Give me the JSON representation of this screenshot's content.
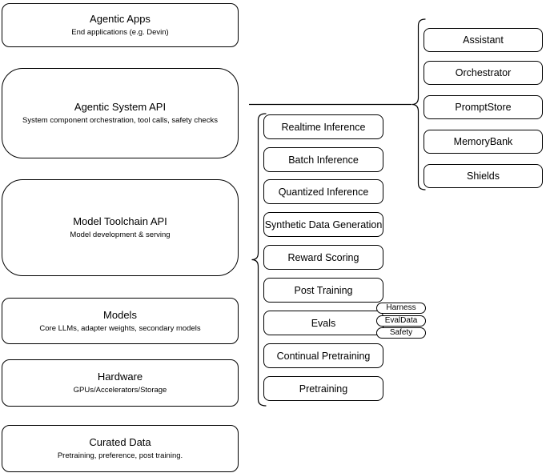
{
  "left_stack": [
    {
      "title": "Agentic Apps",
      "subtitle": "End applications (e.g. Devin)"
    },
    {
      "title": "Agentic System API",
      "subtitle": "System component orchestration, tool calls, safety checks"
    },
    {
      "title": "Model Toolchain API",
      "subtitle": "Model development & serving"
    },
    {
      "title": "Models",
      "subtitle": "Core LLMs, adapter weights, secondary models"
    },
    {
      "title": "Hardware",
      "subtitle": "GPUs/Accelerators/Storage"
    },
    {
      "title": "Curated Data",
      "subtitle": "Pretraining, preference, post training."
    }
  ],
  "toolchain_components": [
    "Realtime Inference",
    "Batch Inference",
    "Quantized Inference",
    "Synthetic Data Generation",
    "Reward Scoring",
    "Post Training",
    "Evals",
    "Continual Pretraining",
    "Pretraining"
  ],
  "evals_badges": [
    "Harness",
    "EvalData",
    "Safety"
  ],
  "system_components": [
    "Assistant",
    "Orchestrator",
    "PromptStore",
    "MemoryBank",
    "Shields"
  ],
  "colors": {
    "stroke": "#000000",
    "node_fill": "#ffffff",
    "background": "#ffffff",
    "text": "#000000"
  }
}
